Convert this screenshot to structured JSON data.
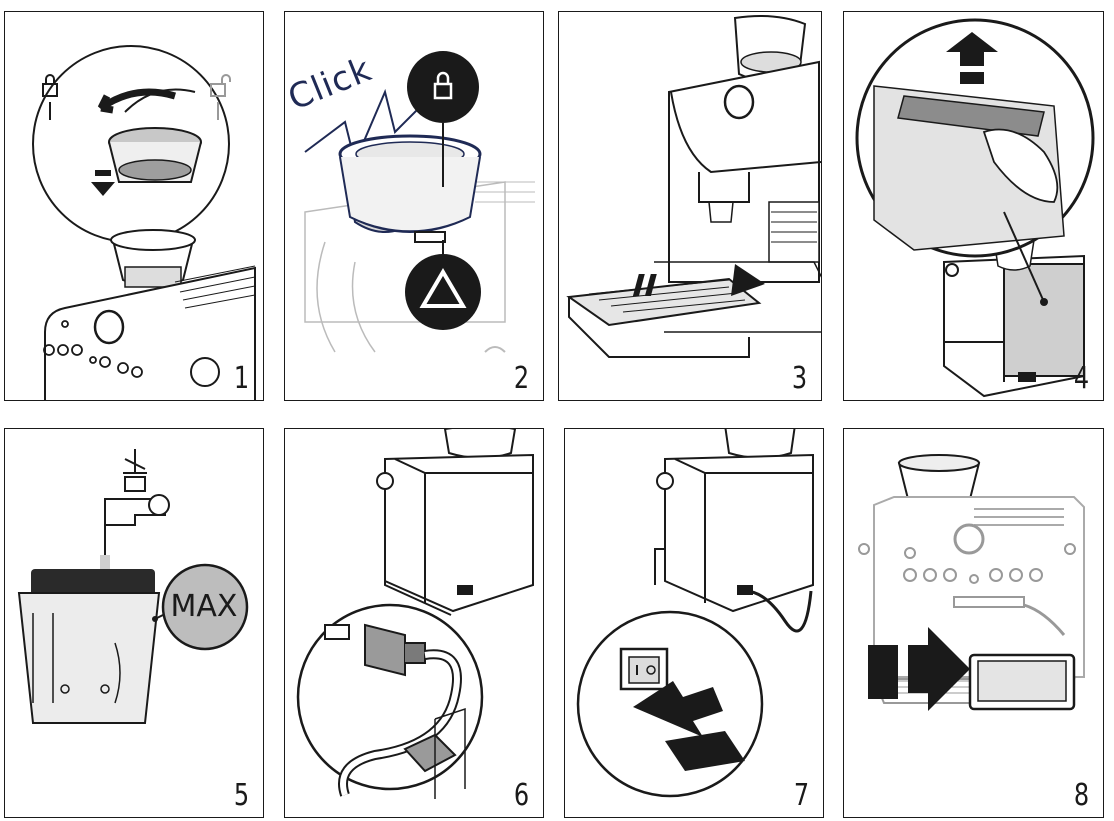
{
  "panels": [
    {
      "number": "1"
    },
    {
      "number": "2",
      "callout": "Click"
    },
    {
      "number": "3"
    },
    {
      "number": "4"
    },
    {
      "number": "5",
      "callout": "MAX"
    },
    {
      "number": "6"
    },
    {
      "number": "7"
    },
    {
      "number": "8"
    }
  ],
  "colors": {
    "line": "#1a1a1a",
    "navy": "#1f2a55",
    "grey": "#bdbdbd"
  },
  "icons": [
    "lock-closed-icon",
    "lock-open-icon",
    "rotate-arrow-icon",
    "down-arrow-icon",
    "lock-badge-icon",
    "triangle-badge-icon",
    "slide-arrow-icon",
    "up-arrow-icon",
    "tap-icon",
    "plug-icon",
    "switch-icon",
    "push-arrow-icon"
  ]
}
